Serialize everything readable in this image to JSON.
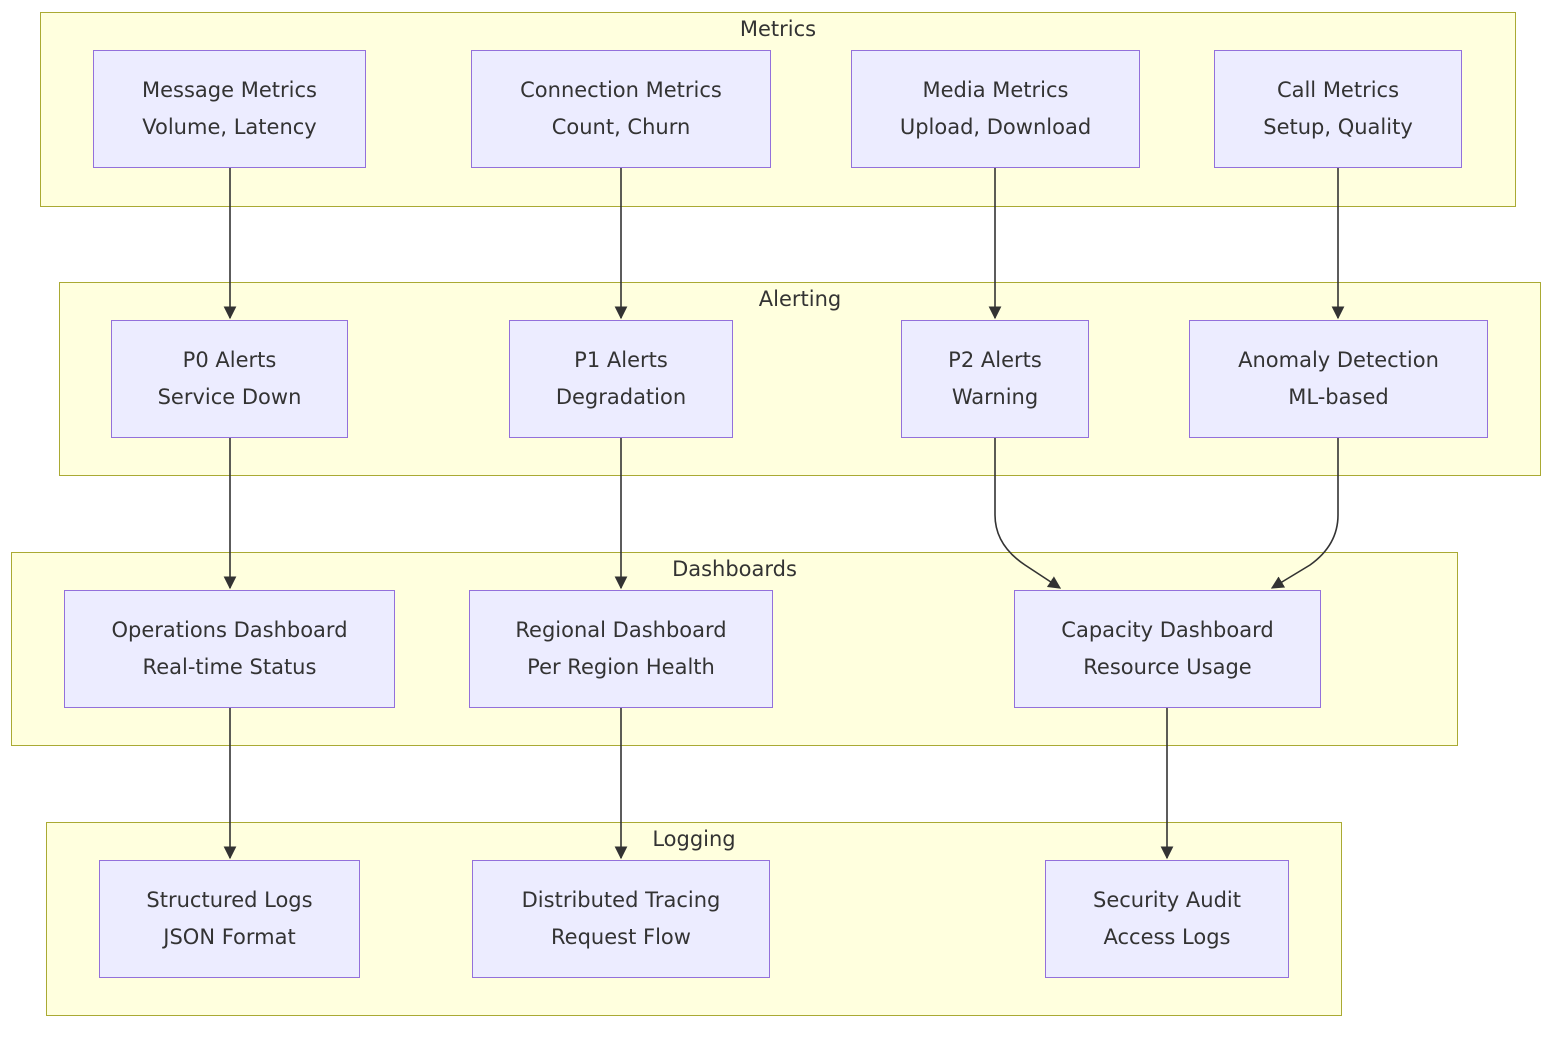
{
  "clusters": {
    "metrics": {
      "title": "Metrics"
    },
    "alerting": {
      "title": "Alerting"
    },
    "dashboards": {
      "title": "Dashboards"
    },
    "logging": {
      "title": "Logging"
    }
  },
  "nodes": {
    "message_metrics": {
      "line1": "Message Metrics",
      "line2": "Volume, Latency"
    },
    "connection_metrics": {
      "line1": "Connection Metrics",
      "line2": "Count, Churn"
    },
    "media_metrics": {
      "line1": "Media Metrics",
      "line2": "Upload, Download"
    },
    "call_metrics": {
      "line1": "Call Metrics",
      "line2": "Setup, Quality"
    },
    "p0_alerts": {
      "line1": "P0 Alerts",
      "line2": "Service Down"
    },
    "p1_alerts": {
      "line1": "P1 Alerts",
      "line2": "Degradation"
    },
    "p2_alerts": {
      "line1": "P2 Alerts",
      "line2": "Warning"
    },
    "anomaly_detection": {
      "line1": "Anomaly Detection",
      "line2": "ML-based"
    },
    "operations_dashboard": {
      "line1": "Operations Dashboard",
      "line2": "Real-time Status"
    },
    "regional_dashboard": {
      "line1": "Regional Dashboard",
      "line2": "Per Region Health"
    },
    "capacity_dashboard": {
      "line1": "Capacity Dashboard",
      "line2": "Resource Usage"
    },
    "structured_logs": {
      "line1": "Structured Logs",
      "line2": "JSON Format"
    },
    "distributed_tracing": {
      "line1": "Distributed Tracing",
      "line2": "Request Flow"
    },
    "security_audit": {
      "line1": "Security Audit",
      "line2": "Access Logs"
    }
  },
  "edges": [
    {
      "from": "message_metrics",
      "to": "p0_alerts"
    },
    {
      "from": "connection_metrics",
      "to": "p1_alerts"
    },
    {
      "from": "media_metrics",
      "to": "p2_alerts"
    },
    {
      "from": "call_metrics",
      "to": "anomaly_detection"
    },
    {
      "from": "p0_alerts",
      "to": "operations_dashboard"
    },
    {
      "from": "p1_alerts",
      "to": "regional_dashboard"
    },
    {
      "from": "p2_alerts",
      "to": "capacity_dashboard"
    },
    {
      "from": "anomaly_detection",
      "to": "capacity_dashboard"
    },
    {
      "from": "operations_dashboard",
      "to": "structured_logs"
    },
    {
      "from": "regional_dashboard",
      "to": "distributed_tracing"
    },
    {
      "from": "capacity_dashboard",
      "to": "security_audit"
    }
  ],
  "colors": {
    "cluster_fill": "#ffffde",
    "cluster_border": "#aaaa33",
    "node_fill": "#ececff",
    "node_border": "#9370db",
    "edge": "#333333",
    "text": "#333333"
  }
}
